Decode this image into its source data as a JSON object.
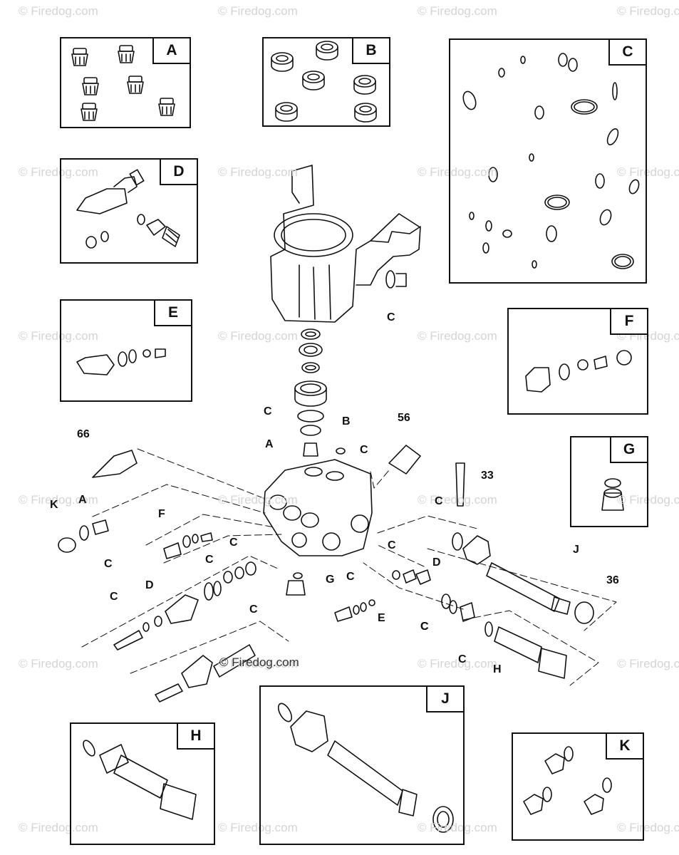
{
  "watermark": {
    "small": "© Firedog.com",
    "main": "© Firedog.com",
    "color": "#d4d4d4"
  },
  "kits": [
    {
      "id": "A",
      "label": "A"
    },
    {
      "id": "B",
      "label": "B"
    },
    {
      "id": "C",
      "label": "C"
    },
    {
      "id": "D",
      "label": "D"
    },
    {
      "id": "E",
      "label": "E"
    },
    {
      "id": "F",
      "label": "F"
    },
    {
      "id": "G",
      "label": "G"
    },
    {
      "id": "H",
      "label": "H"
    },
    {
      "id": "J",
      "label": "J"
    },
    {
      "id": "K",
      "label": "K"
    }
  ],
  "callouts": {
    "c_manifold": "C",
    "c_seal": "C",
    "b_seal": "B",
    "a_valve": "A",
    "c_plug": "C",
    "n56": "56",
    "n66": "66",
    "k_left": "K",
    "a_left": "A",
    "c_left": "C",
    "f_mid": "F",
    "c_f": "C",
    "c_mid_top": "C",
    "n33": "33",
    "c_right_top": "C",
    "j_right": "J",
    "n36": "36",
    "c_g": "C",
    "g_mid": "G",
    "d_mid": "D",
    "c_d": "C",
    "c_d2": "C",
    "c_e": "C",
    "e_mid": "E",
    "c_left_low": "C",
    "d_left": "D",
    "c_right_low": "C",
    "c_h": "C",
    "h_right": "H"
  }
}
